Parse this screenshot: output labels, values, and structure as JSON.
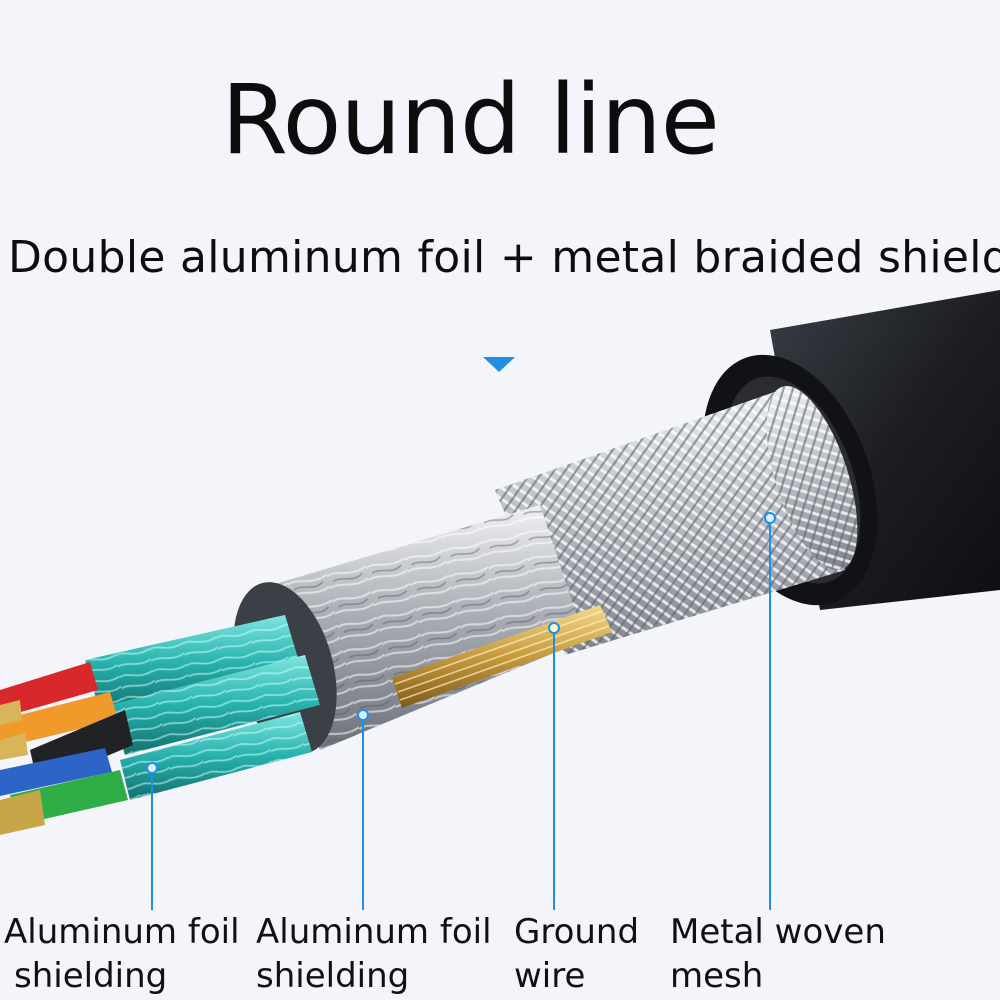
{
  "title": "Round line",
  "subtitle": "Double aluminum foil + metal braided shield",
  "callouts": [
    {
      "line1": "Aluminum foil",
      "line2": "shielding"
    },
    {
      "line1": "Aluminum foil",
      "line2": "shielding"
    },
    {
      "line1": "Ground",
      "line2": "wire"
    },
    {
      "line1": "Metal woven",
      "line2": "mesh"
    }
  ],
  "colors": {
    "background": "#f4f5fa",
    "accent": "#1f8fe6",
    "jacket": "#1b1d22",
    "foil_teal": "#2bb8b4",
    "foil_silver": "#b9bcc2",
    "braid": "#cfd3d8",
    "copper": "#c9a24a"
  }
}
